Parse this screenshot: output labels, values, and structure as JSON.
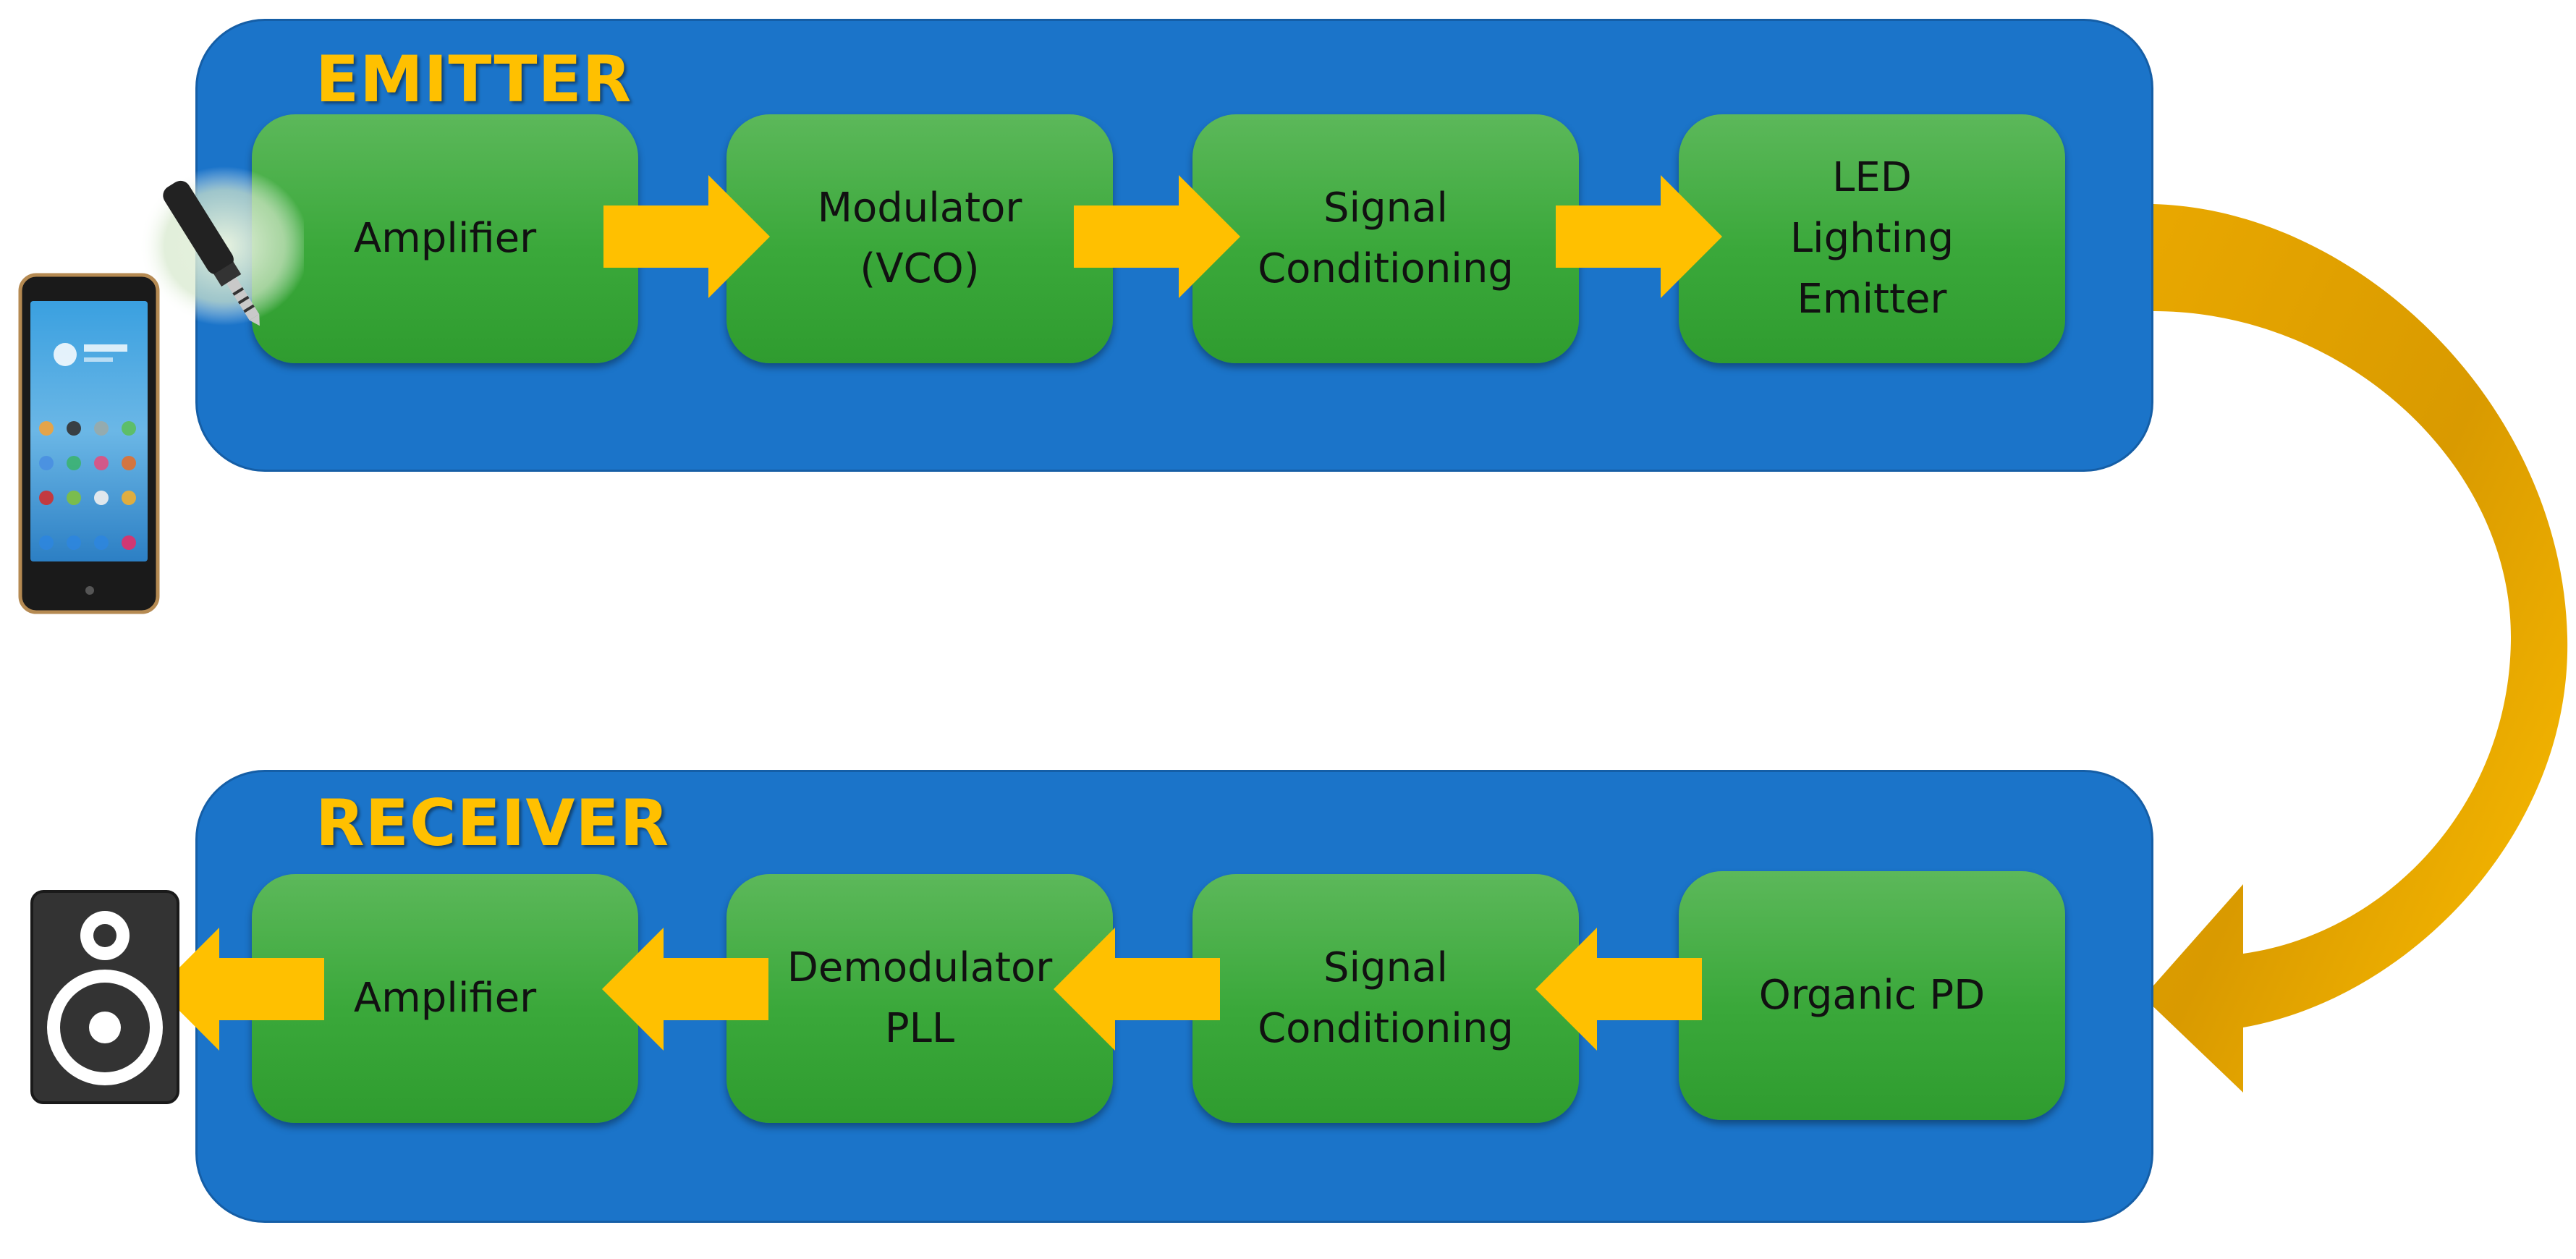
{
  "colors": {
    "panel": "#1b74c9",
    "block": "#3aa83a",
    "arrow": "#ffc000",
    "title": "#ffc000",
    "curve": "#e6a400"
  },
  "emitter": {
    "title": "EMITTER",
    "blocks": [
      {
        "label": "Amplifier"
      },
      {
        "label": "Modulator\n(VCO)"
      },
      {
        "label": "Signal\nConditioning"
      },
      {
        "label": "LED\nLighting\nEmitter"
      }
    ]
  },
  "receiver": {
    "title": "RECEIVER",
    "blocks": [
      {
        "label": "Amplifier"
      },
      {
        "label": "Demodulator\nPLL"
      },
      {
        "label": "Signal\nConditioning"
      },
      {
        "label": "Organic PD"
      }
    ]
  },
  "icons": {
    "source": "smartphone-icon",
    "plug": "audio-jack-icon",
    "output": "speaker-icon",
    "link": "curved-arrow-icon"
  }
}
